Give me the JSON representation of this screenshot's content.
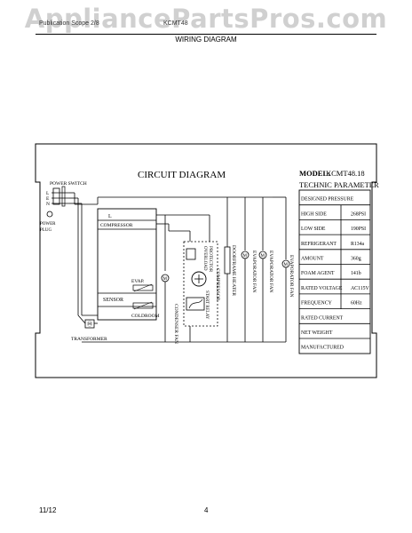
{
  "watermark": "AppliancePartsPros.com",
  "header": {
    "left_text": "Publication Scope 2/8",
    "right_text": "KCMT48",
    "title": "WIRING DIAGRAM"
  },
  "diagram": {
    "title": "CIRCUIT DIAGRAM",
    "model_label": "MODEL:",
    "model": "KCMT48.18",
    "power_switch": "POWER SWITCH",
    "power_plug_1": "POWER",
    "power_plug_2": "PLUG",
    "line_labels": [
      "L",
      "E",
      "N"
    ],
    "box_l": "L",
    "box_compressor": "COMPRESSOR",
    "box_sensor": "SENSOR",
    "evap": "EVAP.",
    "coldroom": "COLDROOM",
    "transformer": "TRANSFORMER",
    "vertical_labels": {
      "condenser_fan": "CONDENSER FAN",
      "overload": "OVERLOAD",
      "protector": "PROTECTOR",
      "start_relay": "START RELAY",
      "compressor": "COMPRESSOR",
      "doorframe_heater": "DOORFRAME HEATER",
      "evaporator_fan_1": "EVAPORATOR FAN",
      "evaporator_fan_2": "EVAPORATOR FAN",
      "evaporator_fan_3": "EVAPORATOR FAN"
    },
    "motor_symbol": "M"
  },
  "technic": {
    "title": "TECHNIC  PARAMETER",
    "rows": [
      {
        "label": "DESIGNED PRESSURE",
        "value": ""
      },
      {
        "label": "HIGH SIDE",
        "value": "268PSI"
      },
      {
        "label": "LOW SIDE",
        "value": "190PSI"
      },
      {
        "label": "REFRIGERANT",
        "value": "R134a"
      },
      {
        "label": "AMOUNT",
        "value": "360g"
      },
      {
        "label": "FOAM AGENT",
        "value": "141b"
      },
      {
        "label": "RATED VOLTAGE",
        "value": "AC115V"
      },
      {
        "label": "FREQUENCY",
        "value": "60Hz"
      },
      {
        "label": "RATED CURRENT",
        "value": ""
      },
      {
        "label": "NET WEIGHT",
        "value": ""
      },
      {
        "label": "MANUFACTURED",
        "value": ""
      }
    ]
  },
  "footer": {
    "date": "11/12",
    "page": "4"
  }
}
